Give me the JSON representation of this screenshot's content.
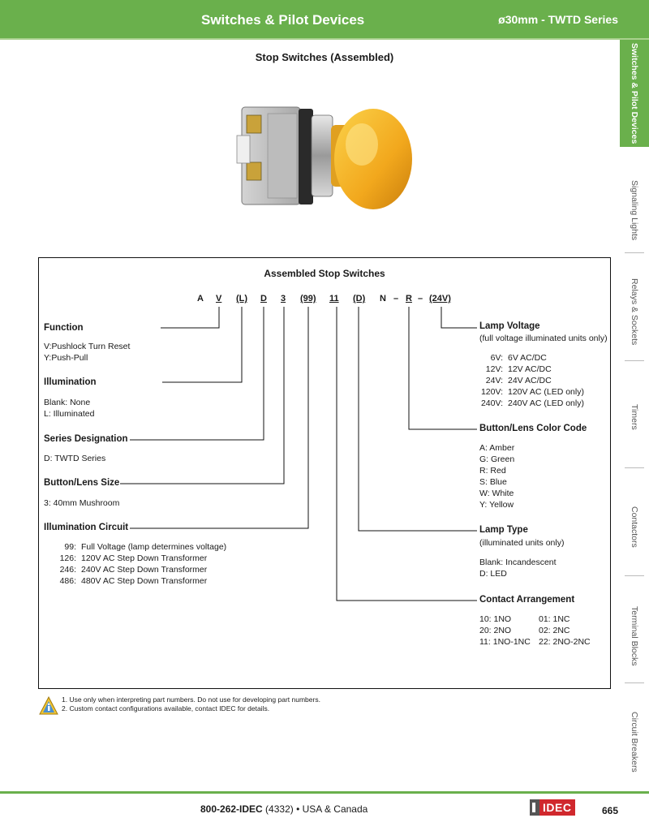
{
  "header": {
    "left_title": "Switches & Pilot Devices",
    "right_title": "ø30mm - TWTD Series"
  },
  "side_tabs": [
    {
      "label": "Switches & Pilot Devices"
    },
    {
      "label": "Signaling Lights"
    },
    {
      "label": "Relays & Sockets"
    },
    {
      "label": "Timers"
    },
    {
      "label": "Contactors"
    },
    {
      "label": "Terminal Blocks"
    },
    {
      "label": "Circuit Breakers"
    }
  ],
  "page_title": "Stop Switches (Assembled)",
  "diagram": {
    "title": "Assembled Stop Switches",
    "code": [
      "A",
      "V",
      "(L)",
      "D",
      "3",
      "(99)",
      "11",
      "(D)",
      "N",
      "–",
      "R",
      "–",
      "(24V)"
    ],
    "function": {
      "heading": "Function",
      "lines": [
        "V:Pushlock Turn Reset",
        "Y:Push-Pull"
      ]
    },
    "illumination": {
      "heading": "Illumination",
      "lines": [
        "Blank: None",
        "L: Illuminated"
      ]
    },
    "series": {
      "heading": "Series Designation",
      "lines": [
        "D: TWTD Series"
      ]
    },
    "size": {
      "heading": "Button/Lens Size",
      "lines": [
        "3: 40mm Mushroom"
      ]
    },
    "circuit": {
      "heading": "Illumination Circuit",
      "rows": [
        {
          "code": "99:",
          "text": "Full Voltage (lamp determines voltage)"
        },
        {
          "code": "126:",
          "text": "120V AC Step Down Transformer"
        },
        {
          "code": "246:",
          "text": "240V AC Step Down Transformer"
        },
        {
          "code": "486:",
          "text": "480V AC Step Down Transformer"
        }
      ]
    },
    "lamp_voltage": {
      "heading": "Lamp Voltage",
      "subheading": "(full voltage illuminated units only)",
      "rows": [
        {
          "code": "6V:",
          "text": "6V AC/DC"
        },
        {
          "code": "12V:",
          "text": "12V AC/DC"
        },
        {
          "code": "24V:",
          "text": "24V AC/DC"
        },
        {
          "code": "120V:",
          "text": "120V AC (LED only)"
        },
        {
          "code": "240V:",
          "text": "240V AC (LED only)"
        }
      ]
    },
    "color_code": {
      "heading": "Button/Lens Color Code",
      "lines": [
        "A:  Amber",
        "G:  Green",
        "R:  Red",
        "S:  Blue",
        "W: White",
        "Y:  Yellow"
      ]
    },
    "lamp_type": {
      "heading": "Lamp Type",
      "subheading": "(illuminated units only)",
      "lines": [
        "Blank: Incandescent",
        "D: LED"
      ]
    },
    "contact": {
      "heading": "Contact Arrangement",
      "rows": [
        [
          "10:  1NO",
          "01:  1NC"
        ],
        [
          "20:  2NO",
          "02:  2NC"
        ],
        [
          "11:  1NO-1NC",
          "22:  2NO-2NC"
        ]
      ]
    }
  },
  "notes": [
    "1.  Use only when interpreting part numbers. Do not use for developing part numbers.",
    "2.  Custom contact configurations available, contact IDEC for details."
  ],
  "footer": {
    "phone": "800-262-IDEC",
    "phone_suffix": " (4332) • USA & Canada",
    "logo": "IDEC",
    "page_number": "665"
  },
  "colors": {
    "brand_green": "#6ab04c",
    "idec_red": "#d0282d",
    "button_yellow": "#f2a81d"
  }
}
